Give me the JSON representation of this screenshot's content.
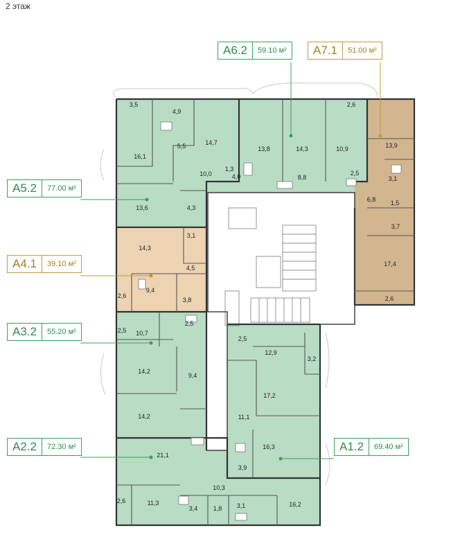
{
  "floor_label": "2 этаж",
  "colors": {
    "green": "#2f8a4c",
    "gold": "#a57d22",
    "apt_green": "#b9dcc4",
    "apt_tan": "#edd3b2",
    "apt_brown": "#d2b690"
  },
  "apartments": [
    {
      "code": "A6.2",
      "area": "59.10 м²",
      "color": "green"
    },
    {
      "code": "A7.1",
      "area": "51.00 м²",
      "color": "gold"
    },
    {
      "code": "A5.2",
      "area": "77.00 м²",
      "color": "green"
    },
    {
      "code": "A4.1",
      "area": "39.10 м²",
      "color": "gold"
    },
    {
      "code": "A3.2",
      "area": "55.20 м²",
      "color": "green"
    },
    {
      "code": "A2.2",
      "area": "72.30 м²",
      "color": "green"
    },
    {
      "code": "A1.2",
      "area": "69.40 м²",
      "color": "green"
    }
  ],
  "rooms": [
    "3,5",
    "4,9",
    "14,7",
    "5,5",
    "16,1",
    "10,0",
    "1,3",
    "13,8",
    "14,3",
    "10,9",
    "2,6",
    "4,0",
    "8,8",
    "2,5",
    "13,9",
    "3,1",
    "1,5",
    "6,8",
    "3,7",
    "17,4",
    "2,6",
    "13,6",
    "4,3",
    "14,3",
    "3,1",
    "4,5",
    "9,4",
    "2,6",
    "3,8",
    "10,7",
    "2,5",
    "2,5",
    "14,2",
    "9,4",
    "14,2",
    "2,5",
    "12,9",
    "3,2",
    "17,2",
    "11,1",
    "16,3",
    "3,9",
    "21,1",
    "10,3",
    "2,6",
    "11,3",
    "3,4",
    "1,8",
    "3,1",
    "16,2"
  ]
}
